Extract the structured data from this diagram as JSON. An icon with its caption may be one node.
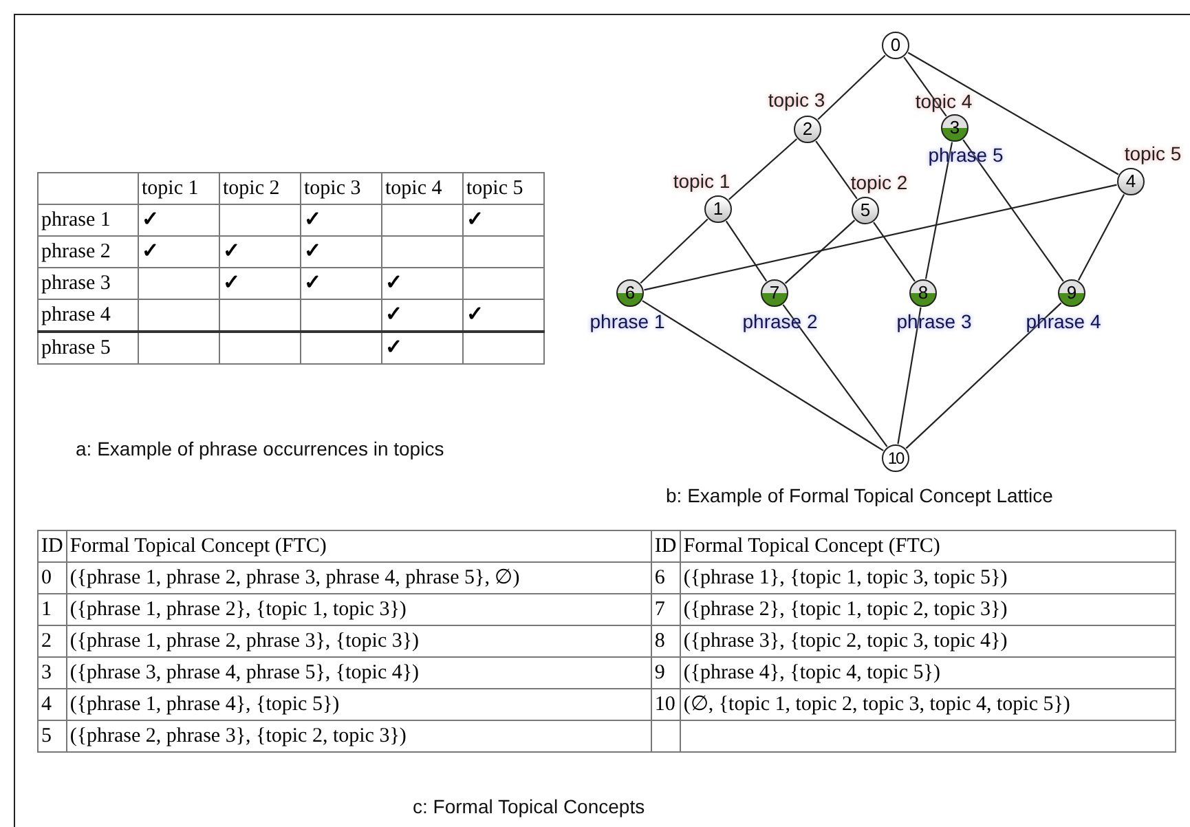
{
  "diagram": {
    "nodes": [
      {
        "text": [
          "0"
        ]
      },
      {
        "text": [
          "1"
        ],
        "beside": [
          "topic 1"
        ]
      },
      {
        "text": [
          "2"
        ],
        "beside": [
          "topic 3"
        ]
      },
      {
        "text": [
          "3"
        ],
        "beside": [
          "topic 4",
          "phrase 5"
        ]
      },
      {
        "text": [
          "4"
        ],
        "beside": [
          "topic 5"
        ]
      },
      {
        "text": [
          "5"
        ],
        "beside": [
          "topic 2"
        ]
      },
      {
        "text": [
          "6"
        ],
        "beside": [
          "phrase 1"
        ]
      },
      {
        "text": [
          "7"
        ],
        "beside": [
          "phrase 2"
        ]
      },
      {
        "text": [
          "8"
        ],
        "beside": [
          "phrase 3"
        ]
      },
      {
        "text": [
          "9"
        ],
        "beside": [
          "phrase 4"
        ]
      },
      {
        "text": [
          "10"
        ]
      }
    ],
    "edges": [
      {
        "from": 0,
        "to": 2,
        "arrow": "none"
      },
      {
        "from": 0,
        "to": 3,
        "arrow": "none"
      },
      {
        "from": 0,
        "to": 4,
        "arrow": "none"
      },
      {
        "from": 2,
        "to": 1,
        "arrow": "none"
      },
      {
        "from": 2,
        "to": 5,
        "arrow": "none"
      },
      {
        "from": 3,
        "to": 8,
        "arrow": "none"
      },
      {
        "from": 3,
        "to": 9,
        "arrow": "none"
      },
      {
        "from": 4,
        "to": 6,
        "arrow": "none"
      },
      {
        "from": 4,
        "to": 9,
        "arrow": "none"
      },
      {
        "from": 1,
        "to": 6,
        "arrow": "none"
      },
      {
        "from": 1,
        "to": 7,
        "arrow": "none"
      },
      {
        "from": 5,
        "to": 7,
        "arrow": "none"
      },
      {
        "from": 5,
        "to": 8,
        "arrow": "none"
      },
      {
        "from": 6,
        "to": 10,
        "arrow": "none"
      },
      {
        "from": 7,
        "to": 10,
        "arrow": "none"
      },
      {
        "from": 8,
        "to": 10,
        "arrow": "none"
      },
      {
        "from": 9,
        "to": 10,
        "arrow": "none"
      }
    ],
    "labels": [
      "topic 1",
      "topic 2",
      "topic 3",
      "topic 4",
      "topic 5",
      "phrase 1",
      "✓",
      "✓",
      "✓",
      "phrase 2",
      "✓",
      "✓",
      "✓",
      "phrase 3",
      "✓",
      "✓",
      "✓",
      "phrase 4",
      "✓",
      "✓",
      "phrase 5",
      "✓",
      "a: Example of phrase occurrences in topics",
      "b: Example of Formal Topical Concept Lattice",
      "ID",
      "Formal Topical Concept (FTC)",
      "ID",
      "Formal Topical Concept (FTC)",
      "0",
      "({phrase 1, phrase 2, phrase 3, phrase 4, phrase 5}, ∅)",
      "6",
      "({phrase 1}, {topic 1, topic 3, topic 5})",
      "1",
      "({phrase 1, phrase 2}, {topic 1, topic 3})",
      "7",
      "({phrase 2}, {topic 1, topic 2, topic 3})",
      "2",
      "({phrase 1, phrase 2, phrase 3}, {topic 3})",
      "8",
      "({phrase 3}, {topic 2, topic 3, topic 4})",
      "3",
      "({phrase 3, phrase 4, phrase 5}, {topic 4})",
      "9",
      "({phrase 4}, {topic 4, topic 5})",
      "4",
      "({phrase 1, phrase 4}, {topic 5})",
      "10",
      "(∅, {topic 1, topic 2, topic 3, topic 4, topic 5})",
      "5",
      "({phrase 2, phrase 3}, {topic 2, topic 3})",
      "c: Formal Topical Concepts"
    ]
  }
}
